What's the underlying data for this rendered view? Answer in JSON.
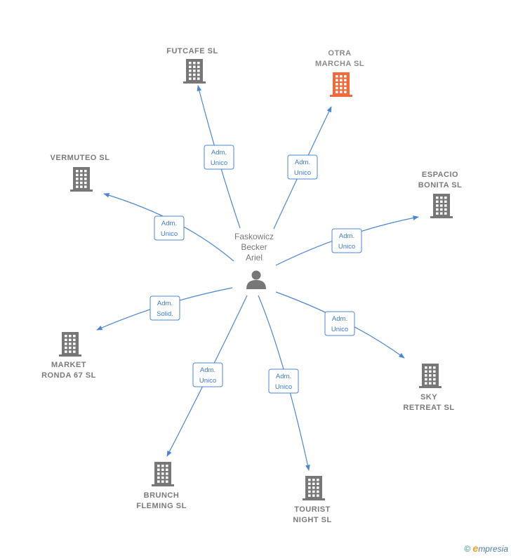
{
  "person": {
    "name": "Faskowicz\nBecker\nAriel"
  },
  "colors": {
    "edge": "#4a86d4",
    "building": "#777777",
    "highlight": "#f26a3a"
  },
  "icons": {
    "person": "person-icon",
    "company": "building-icon"
  },
  "companies": [
    {
      "id": "futcafe",
      "name": "FUTCAFE SL",
      "role": "Adm.\nUnico",
      "highlight": false
    },
    {
      "id": "otra-marcha",
      "name": "OTRA\nMARCHA  SL",
      "role": "Adm.\nUnico",
      "highlight": true
    },
    {
      "id": "vermuteo",
      "name": "VERMUTEO  SL",
      "role": "Adm.\nUnico",
      "highlight": false
    },
    {
      "id": "espacio-bonita",
      "name": "ESPACIO\nBONITA  SL",
      "role": "Adm.\nUnico",
      "highlight": false
    },
    {
      "id": "market-ronda",
      "name": "MARKET\nRONDA 67  SL",
      "role": "Adm.\nSolid.",
      "highlight": false
    },
    {
      "id": "sky-retreat",
      "name": "SKY\nRETREAT  SL",
      "role": "Adm.\nUnico",
      "highlight": false
    },
    {
      "id": "brunch-fleming",
      "name": "BRUNCH\nFLEMING  SL",
      "role": "Adm.\nUnico",
      "highlight": false
    },
    {
      "id": "tourist-night",
      "name": "TOURIST\nNIGHT  SL",
      "role": "Adm.\nUnico",
      "highlight": false
    }
  ],
  "footer": {
    "copyright": "©",
    "brand_initial": "e",
    "brand_rest": "mpresia"
  }
}
